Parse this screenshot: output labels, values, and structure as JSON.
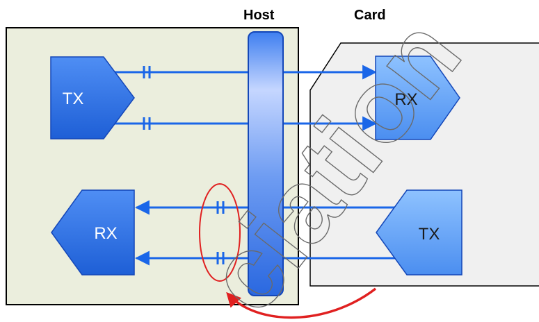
{
  "labels": {
    "host": "Host",
    "card": "Card"
  },
  "host_blocks": {
    "tx": "TX",
    "rx": "RX"
  },
  "card_blocks": {
    "rx": "RX",
    "tx": "TX"
  },
  "watermark": "ciation",
  "colors": {
    "host_panel": "#ebeedd",
    "card_panel": "#f0f0f0",
    "signal_line": "#1a66e8",
    "block_fill": "#3d7ff0",
    "highlight": "#e02020"
  }
}
